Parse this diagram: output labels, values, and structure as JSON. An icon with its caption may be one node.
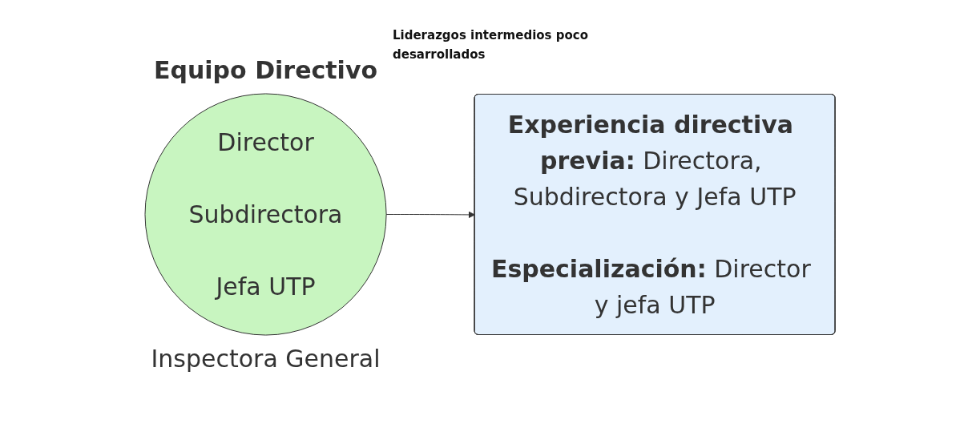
{
  "diagram": {
    "nodes": [
      {
        "text": [
          "Equipo Directivo",
          "Director",
          "Subdirectora",
          "Jefa UTP",
          "Inspectora General"
        ]
      },
      {
        "text": [
          "**Experiencia directiva previa:** Directora, Subdirectora y Jefa UTP",
          "**Especialización:** Director y jefa UTP"
        ]
      }
    ],
    "edges": [
      {
        "from": 0,
        "to": 1,
        "arrow": "to"
      }
    ],
    "labels": [
      "Liderazgos intermedios poco desarrollados"
    ]
  }
}
